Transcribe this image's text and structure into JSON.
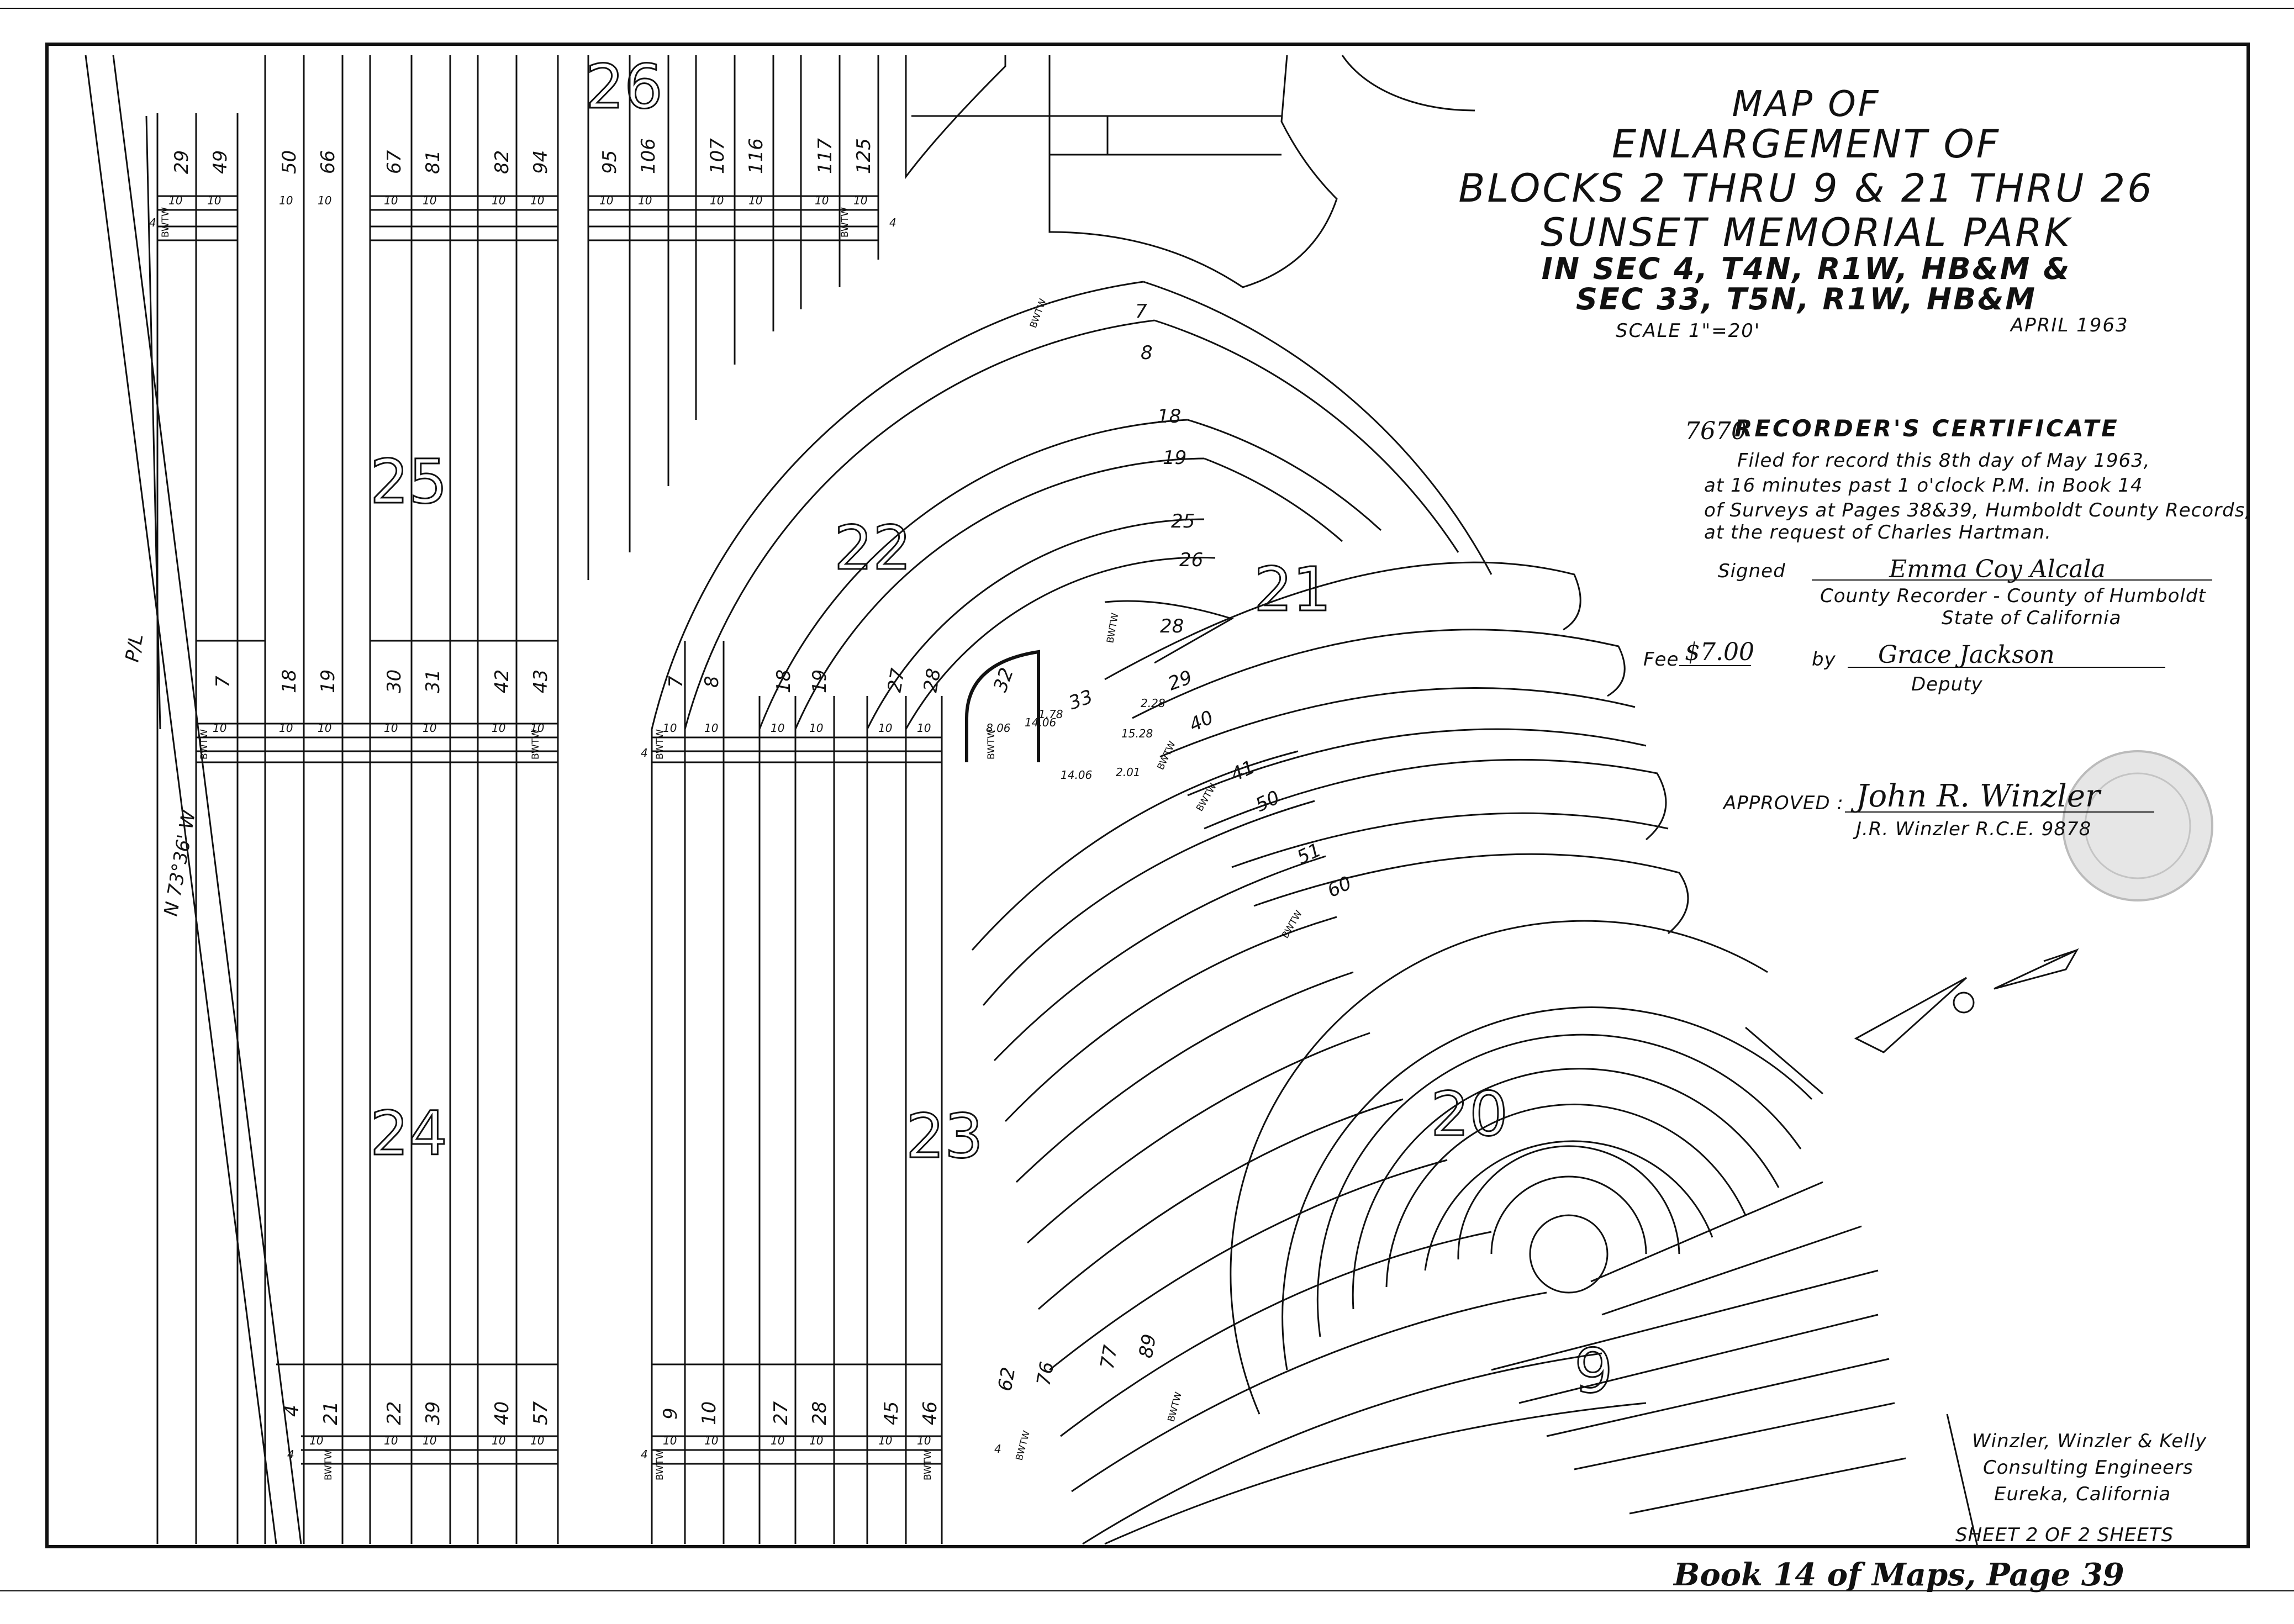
{
  "title": {
    "line1": "MAP OF",
    "line2": "ENLARGEMENT OF",
    "line3": "BLOCKS 2 THRU 9 & 21 THRU 26",
    "line4": "SUNSET MEMORIAL PARK",
    "line5": "IN SEC 4, T4N, R1W, HB&M &",
    "line6": "SEC 33, T5N, R1W, HB&M",
    "scale": "SCALE 1\"=20'",
    "date": "APRIL 1963"
  },
  "certificate": {
    "doc_number": "7670",
    "heading": "RECORDER'S CERTIFICATE",
    "line1": "Filed for record this 8th day of May 1963,",
    "line2": "at 16 minutes past 1 o'clock P.M. in Book 14",
    "line3": "of Surveys at Pages 38&39, Humboldt County Records,",
    "line4": "at the request of Charles Hartman.",
    "signed_label": "Signed",
    "signed_name": "Emma Coy Alcala",
    "recorder_title": "County Recorder - County of Humboldt",
    "state": "State of California",
    "fee_label": "Fee",
    "fee_value": "$7.00",
    "by_label": "by",
    "deputy_name": "Grace Jackson",
    "deputy_title": "Deputy"
  },
  "approval": {
    "label": "APPROVED :",
    "signature": "John R. Winzler",
    "name": "J.R. Winzler R.C.E. 9878"
  },
  "engineer": {
    "line1": "Winzler, Winzler & Kelly",
    "line2": "Consulting Engineers",
    "line3": "Eureka, California"
  },
  "sheet": "SHEET 2 OF 2 SHEETS",
  "footer": "Book 14 of Maps, Page 39",
  "bearing": "N 73°36' W",
  "property_line": "P/L",
  "blocks": [
    "26",
    "25",
    "24",
    "22",
    "23",
    "21",
    "20",
    "9"
  ],
  "row_numbers": {
    "top": [
      "29",
      "49",
      "50",
      "66",
      "67",
      "81",
      "82",
      "94",
      "95",
      "106",
      "107",
      "116",
      "117",
      "125"
    ],
    "middle": [
      "7",
      "18",
      "19",
      "30",
      "31",
      "42",
      "43",
      "7",
      "8",
      "18",
      "19",
      "27",
      "28",
      "32"
    ],
    "bottom": [
      "4",
      "21",
      "22",
      "39",
      "40",
      "57",
      "9",
      "10",
      "27",
      "28",
      "45",
      "46",
      "62",
      "76",
      "77",
      "89"
    ],
    "arc": [
      "7",
      "8",
      "18",
      "19",
      "25",
      "26",
      "28",
      "33",
      "29",
      "40",
      "41",
      "50",
      "51",
      "60"
    ]
  },
  "small_labels": {
    "ten": "10",
    "four": "4",
    "bw": "BWTW",
    "dims": [
      "8.06",
      "14.06",
      "1.78",
      "14.06",
      "2.28",
      "2.01",
      "15.28"
    ]
  }
}
